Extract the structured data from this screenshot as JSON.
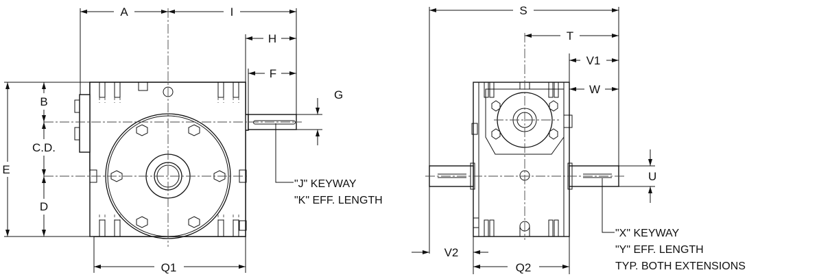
{
  "colors": {
    "line": "#111111",
    "background": "#ffffff"
  },
  "front_view": {
    "dim_A": "A",
    "dim_I": "I",
    "dim_H": "H",
    "dim_F": "F",
    "dim_G": "G",
    "dim_B": "B",
    "dim_CD": "C.D.",
    "dim_E": "E",
    "dim_D": "D",
    "dim_Q1": "Q1",
    "keyway_line1": "\"J\" KEYWAY",
    "keyway_line2": "\"K\" EFF. LENGTH"
  },
  "side_view": {
    "dim_S": "S",
    "dim_T": "T",
    "dim_V1": "V1",
    "dim_W": "W",
    "dim_U": "U",
    "dim_V2": "V2",
    "dim_Q2": "Q2",
    "keyway_line1": "\"X\" KEYWAY",
    "keyway_line2": "\"Y\" EFF. LENGTH",
    "keyway_line3": "TYP. BOTH EXTENSIONS"
  }
}
